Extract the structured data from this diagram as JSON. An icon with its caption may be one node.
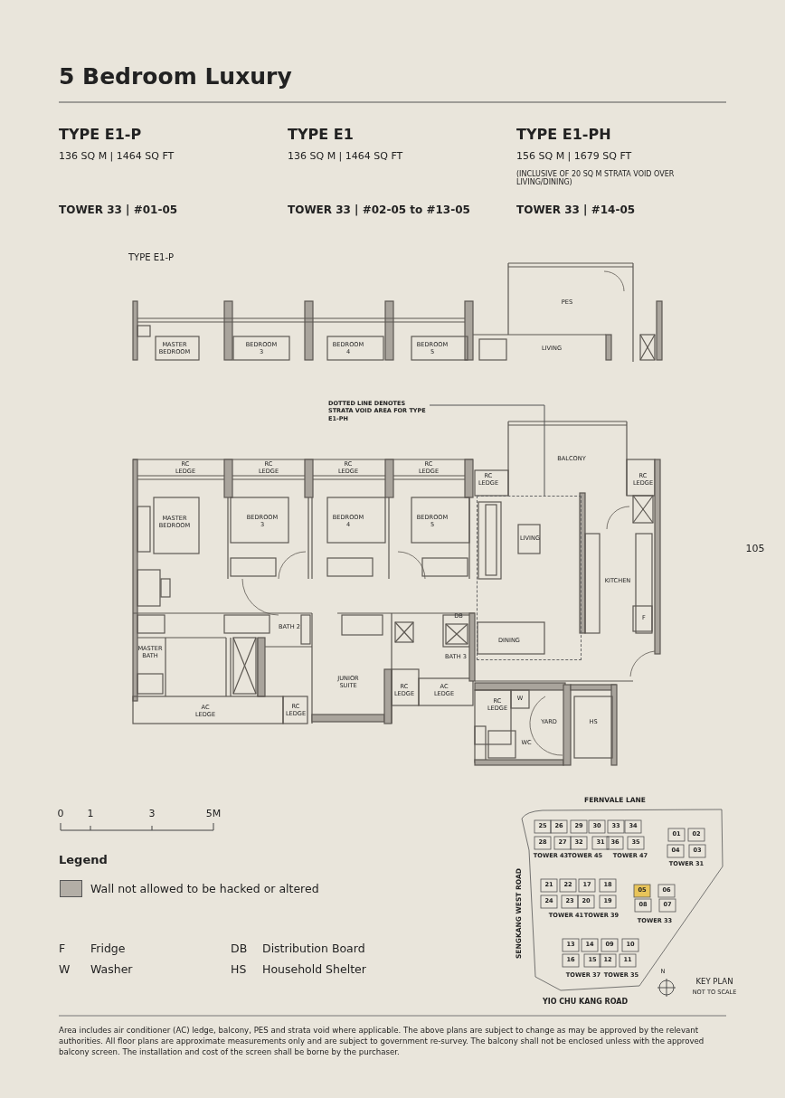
{
  "diagram": {
    "title": "5 Bedroom Luxury",
    "caption": "Area includes air conditioner (AC) ledge, balcony, PES and strata void where applicable. The above plans are subject to change as may be approved by the relevant authorities. All floor plans are approximate measurements only and are subject to government re-survey. The balcony shall not be enclosed unless with the approved balcony screen. The installation and cost of the screen shall be borne by the purchaser.",
    "nodes": [
      {
        "text": [
          "DOTTED LINE DENOTES STRATA VOID AREA FOR TYPE E1-PH"
        ]
      },
      {
        "text": [],
        "shape": "box"
      }
    ],
    "edges": [
      {
        "from": 0,
        "to": 1,
        "arrow": "none"
      }
    ],
    "labels": [
      "TYPE E1-P",
      "136 SQ M | 1464 SQ FT",
      "TOWER 33 | #01-05",
      "TYPE E1",
      "136 SQ M | 1464 SQ FT",
      "TOWER 33 | #02-05 to #13-05",
      "TYPE E1-PH",
      "156 SQ M | 1679 SQ FT",
      "(INCLUSIVE OF 20 SQ M STRATA VOID OVER LIVING/DINING)",
      "TOWER 33 | #14-05",
      "TYPE E1-P",
      "PES",
      "MASTER BEDROOM",
      "BEDROOM 3",
      "BEDROOM 4",
      "BEDROOM 5",
      "LIVING",
      "BALCONY",
      "RC LEDGE",
      "RC LEDGE",
      "RC LEDGE",
      "RC LEDGE",
      "RC LEDGE",
      "RC LEDGE",
      "MASTER BEDROOM",
      "BEDROOM 3",
      "BEDROOM 4",
      "BEDROOM 5",
      "LIVING",
      "KITCHEN",
      "DB",
      "F",
      "BATH 2",
      "DINING",
      "MASTER BATH",
      "BATH 3",
      "JUNIOR SUITE",
      "RC LEDGE",
      "AC LEDGE",
      "RC LEDGE",
      "W",
      "AC LEDGE",
      "RC LEDGE",
      "YARD",
      "HS",
      "WC",
      "105",
      "0",
      "1",
      "3",
      "5M",
      "Legend",
      "F",
      "Fridge",
      "DB",
      "Distribution Board",
      "W",
      "Washer",
      "HS",
      "Household Shelter",
      "FERNVALE LANE",
      "25",
      "26",
      "29",
      "30",
      "33",
      "34",
      "28",
      "27",
      "32",
      "31",
      "36",
      "35",
      "TOWER 43",
      "TOWER 45",
      "TOWER 47",
      "01",
      "02",
      "04",
      "03",
      "TOWER 31",
      "SENGKANG WEST ROAD",
      "21",
      "22",
      "17",
      "18",
      "24",
      "23",
      "20",
      "19",
      "TOWER 41",
      "TOWER 39",
      "05",
      "06",
      "08",
      "07",
      "TOWER 33",
      "13",
      "14",
      "09",
      "10",
      "16",
      "15",
      "12",
      "11",
      "TOWER 37",
      "TOWER 35",
      "N",
      "KEY PLAN",
      "NOT TO SCALE",
      "YIO CHU KANG ROAD"
    ],
    "legend": [
      {
        "text": "Wall not allowed to be hacked or altered",
        "color": "#b3aea6"
      }
    ]
  }
}
